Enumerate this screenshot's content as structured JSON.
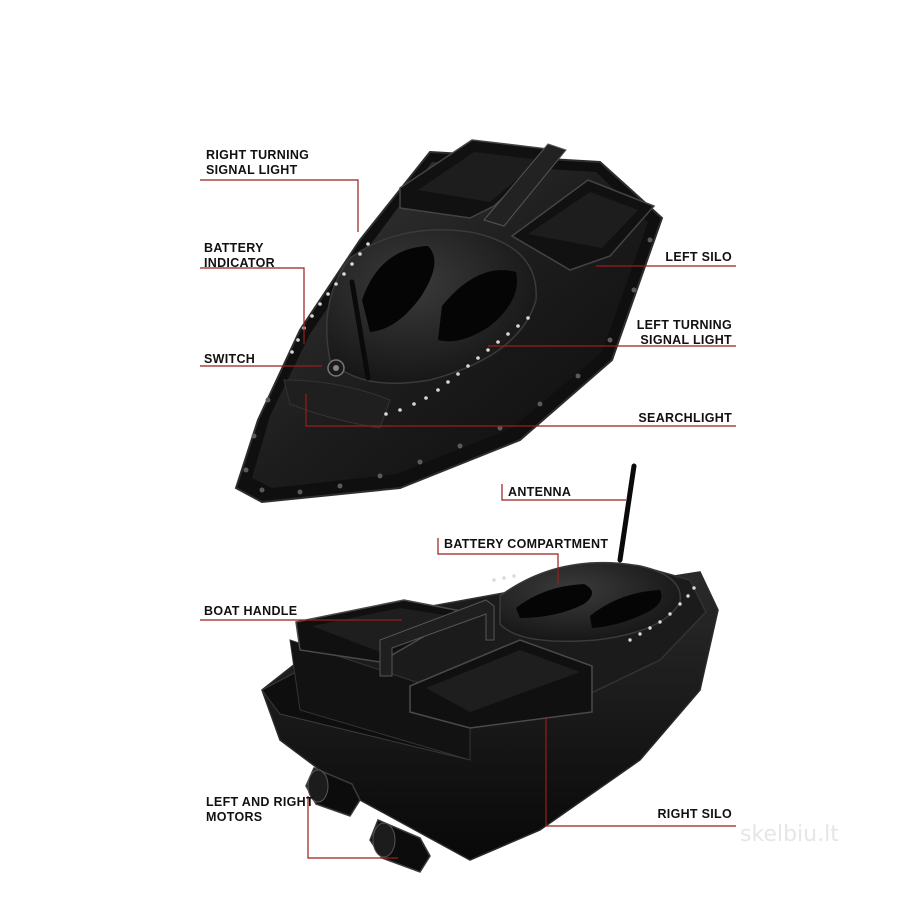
{
  "labels": {
    "right_turning_signal_light": "RIGHT TURNING\nSIGNAL LIGHT",
    "battery_indicator": "BATTERY\nINDICATOR",
    "switch": "SWITCH",
    "left_silo": "LEFT SILO",
    "left_turning_signal_light": "LEFT TURNING\nSIGNAL LIGHT",
    "searchlight": "SEARCHLIGHT",
    "antenna": "ANTENNA",
    "battery_compartment": "BATTERY COMPARTMENT",
    "boat_handle": "BOAT HANDLE",
    "left_and_right_motors": "LEFT AND RIGHT\nMOTORS",
    "right_silo": "RIGHT SILO"
  },
  "watermark": "skelbiu.lt",
  "colors": {
    "leader_line": "#9b1c1c",
    "hull": "#1a1a1a",
    "background": "#ffffff"
  }
}
